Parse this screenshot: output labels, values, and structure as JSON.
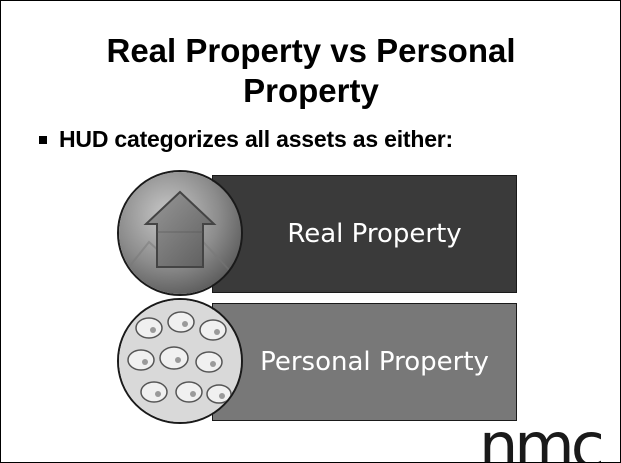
{
  "slide": {
    "title": "Real Property vs Personal Property",
    "bullet": "HUD categorizes all assets as either:",
    "items": [
      {
        "label": "Real Property",
        "icon": "house-arrow-icon",
        "color": "#3a3a3a"
      },
      {
        "label": "Personal Property",
        "icon": "piggy-banks-icon",
        "color": "#787878"
      }
    ],
    "logo": "nmc"
  }
}
